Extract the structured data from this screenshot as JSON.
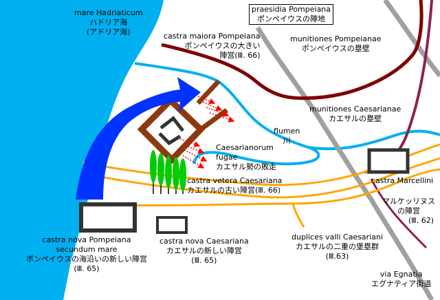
{
  "colors": {
    "sea": "#00b0f0",
    "river": "#00b0f0",
    "pompeian_line": "#7f0000",
    "road": "#a0a0a0",
    "via_egnatia": "#8b2252",
    "caesarian_walls": "#ffa500",
    "old_camp": "#8b3a0f",
    "retreat_arrow": "#0033ff",
    "trees": "#00cc00",
    "assault_arrows": "#ff0000"
  },
  "labels": {
    "mare": {
      "latin": "mare Hadriaticum",
      "japanese": "ハドリア海",
      "alt": "(アドリア海)"
    },
    "praesidia": {
      "latin": "praesidia Pompeiana",
      "japanese": "ポンペイウスの陣地"
    },
    "castra_maiora": {
      "latin": "castra maiora Pompeiana",
      "japanese": "ポンペイウスの大きい",
      "japanese2": "陣営(Ⅲ. 66)"
    },
    "munitiones_pompeianae": {
      "latin": "munitiones Pompeianae",
      "japanese": "ポンペイウスの塁壁"
    },
    "munitiones_caesarianae": {
      "latin": "munitiones Caesarianae",
      "japanese": "カエサルの塁壁"
    },
    "flumen": {
      "latin": "flumen",
      "japanese": "川"
    },
    "fugae": {
      "latin": "Caesarianorum",
      "latin2": "fugae",
      "japanese": "カエサル勢の敗走"
    },
    "castra_vetera": {
      "latin": "castra vetera Caesariana",
      "japanese": "カエサルの古い陣営(Ⅲ. 66)"
    },
    "castra_marcellini": {
      "latin": "castra Marcellini"
    },
    "marcellinus": {
      "japanese": "マルケッリヌス",
      "japanese2": "の陣営",
      "ref": "(Ⅲ. 62)"
    },
    "castra_nova_pompeiana": {
      "latin": "castra nova Pompeiana",
      "latin2": "secundum mare",
      "japanese": "ポンペイウスの海沿いの新しい陣営",
      "ref": "(Ⅲ. 65)"
    },
    "castra_nova_caesariana": {
      "latin": "castra nova Caesariana",
      "japanese": "カエサルの新しい陣営",
      "ref": "(Ⅲ. 65)"
    },
    "duplices": {
      "latin": "duplices valli Caesariani",
      "japanese": "カエサルの二重の堡塁群",
      "ref": "(Ⅲ.63)"
    },
    "via_egnatia": {
      "latin": "via Egnatia",
      "japanese": "エグナティア街道"
    }
  }
}
